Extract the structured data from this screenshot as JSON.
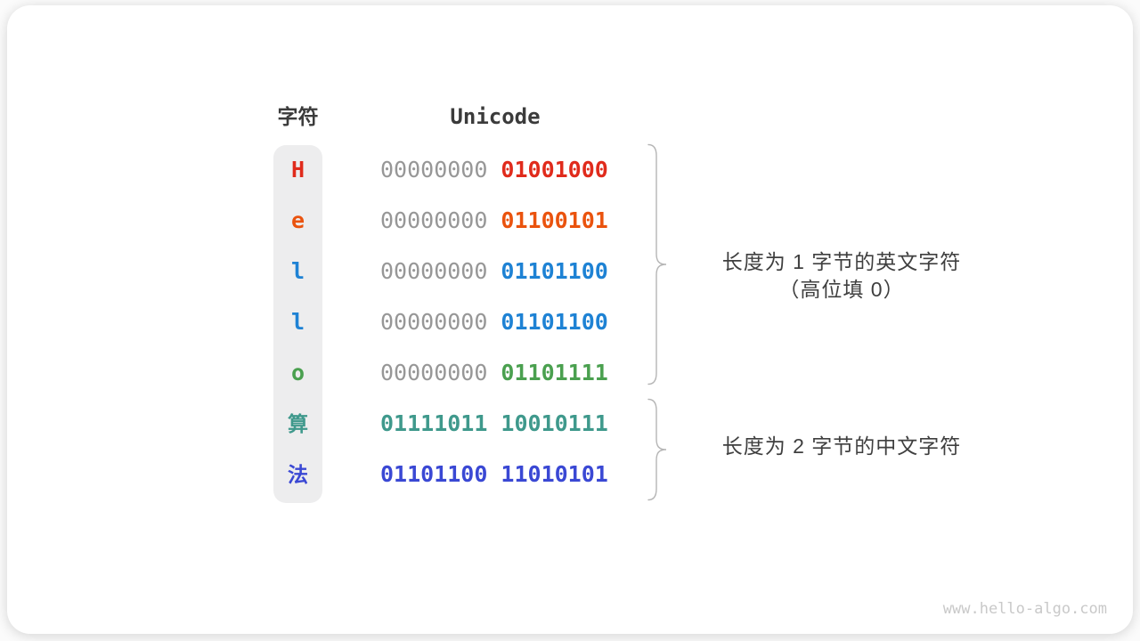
{
  "diagram": {
    "headers": {
      "char": "字符",
      "unicode": "Unicode"
    },
    "rows": [
      {
        "char": "H",
        "color": "#e02b1c",
        "byte1": "00000000",
        "byte2": "01001000"
      },
      {
        "char": "e",
        "color": "#ea530e",
        "byte1": "00000000",
        "byte2": "01100101"
      },
      {
        "char": "l",
        "color": "#1e82d4",
        "byte1": "00000000",
        "byte2": "01101100"
      },
      {
        "char": "l",
        "color": "#1e82d4",
        "byte1": "00000000",
        "byte2": "01101100"
      },
      {
        "char": "o",
        "color": "#4aa04f",
        "byte1": "00000000",
        "byte2": "01101111"
      },
      {
        "char": "算",
        "color": "#3f998c",
        "byte1": "01111011",
        "byte2": "10010111"
      },
      {
        "char": "法",
        "color": "#3a48d4",
        "byte1": "01101100",
        "byte2": "11010101"
      }
    ],
    "colors": {
      "padding_zero": "#979797",
      "header_text": "#3b3b3b",
      "char_column_bg": "#ededee",
      "brace": "#b5b5b5",
      "annotation_text": "#3f3f3f",
      "watermark": "#c9c9c9"
    },
    "annotations": {
      "english": {
        "line1": "长度为 1 字节的英文字符",
        "line2": "（高位填 0）"
      },
      "chinese": {
        "line1": "长度为 2 字节的中文字符"
      }
    },
    "watermark": "www.hello-algo.com"
  }
}
